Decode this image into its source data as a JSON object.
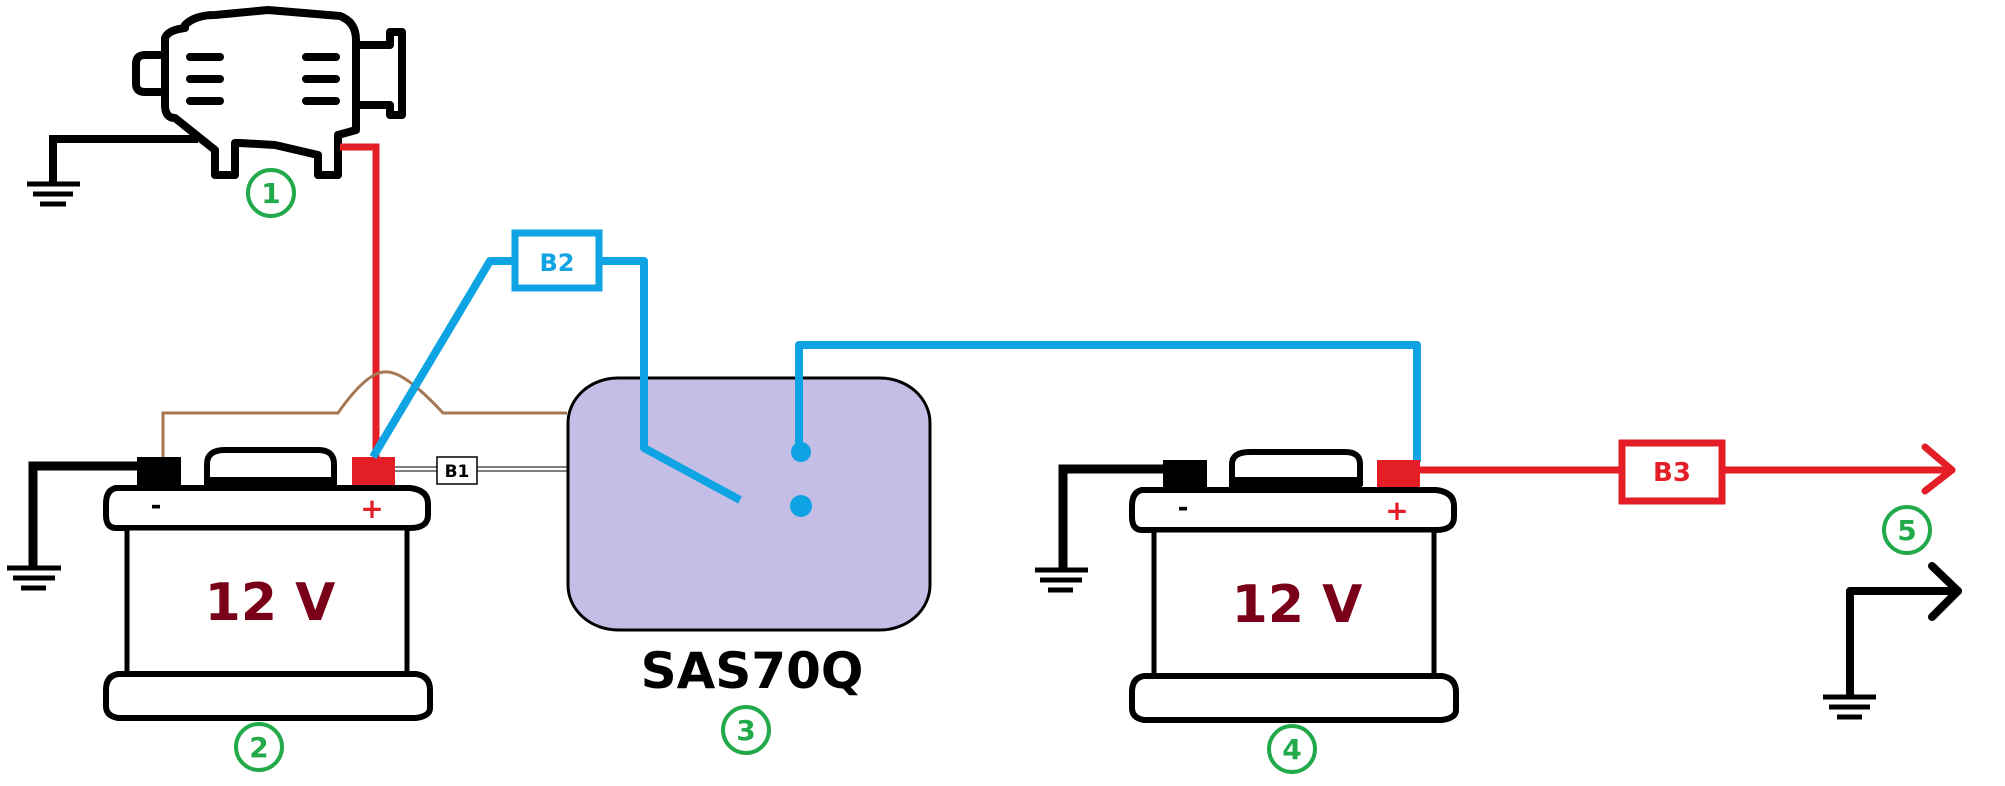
{
  "diagram": {
    "colors": {
      "positive_wire": "#e41e26",
      "sense_wire": "#0ea3e3",
      "signal_wire": "#a57752",
      "ground": "#000000",
      "device_fill": "#c4bee6",
      "voltage_text": "#7a0019",
      "marker": "#22a94a"
    },
    "components": {
      "alternator": {
        "marker": "1"
      },
      "battery_start": {
        "voltage": "12 V",
        "neg_sign": "-",
        "pos_sign": "+",
        "marker": "2"
      },
      "device": {
        "name": "SAS70Q",
        "marker": "3"
      },
      "battery_aux": {
        "voltage": "12 V",
        "neg_sign": "-",
        "pos_sign": "+",
        "marker": "4"
      },
      "load_output": {
        "marker": "5"
      }
    },
    "fuses": {
      "b1": "B1",
      "b2": "B2",
      "b3": "B3"
    }
  }
}
